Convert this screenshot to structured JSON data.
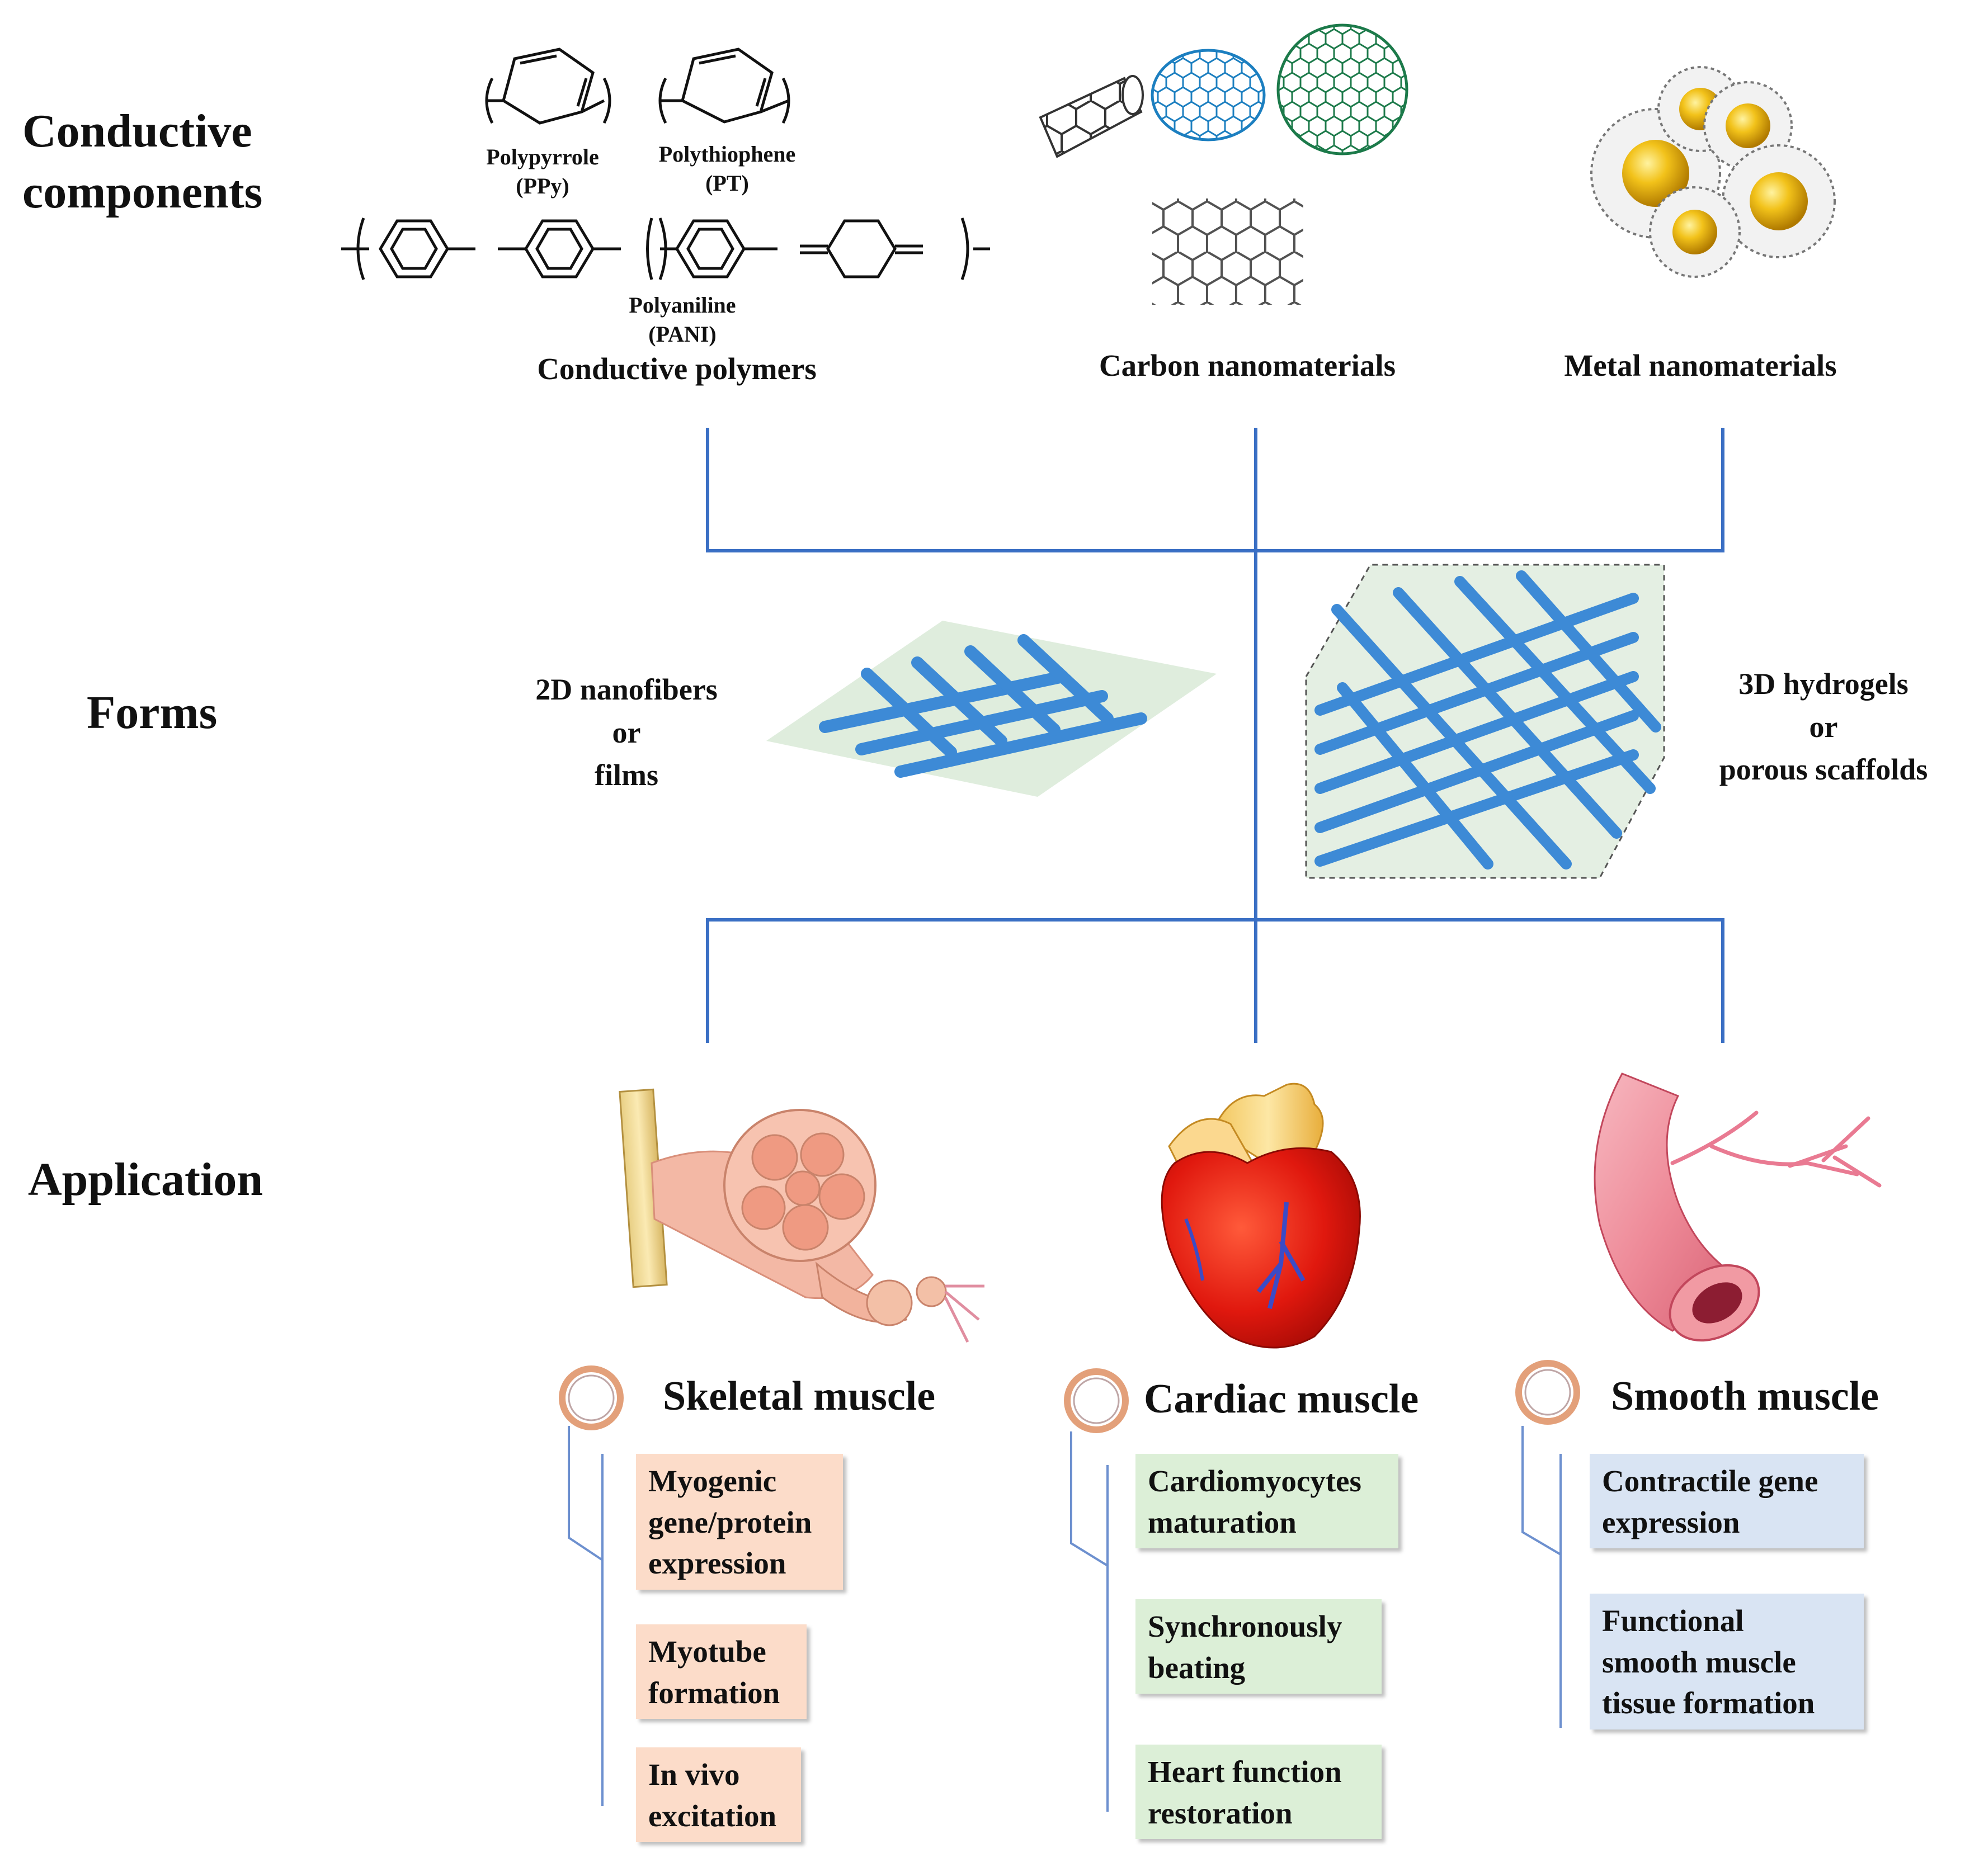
{
  "rows": {
    "components": [
      "Conductive",
      "components"
    ],
    "forms": "Forms",
    "application": "Application"
  },
  "polymers": {
    "ppy": [
      "Polypyrrole",
      "(PPy)"
    ],
    "pt": [
      "Polythiophene",
      "(PT)"
    ],
    "pani": [
      "Polyaniline",
      "(PANI)"
    ],
    "caption": "Conductive polymers"
  },
  "carbon": {
    "caption": "Carbon nanomaterials"
  },
  "metal": {
    "caption": "Metal nanomaterials"
  },
  "forms": {
    "two_d": [
      "2D nanofibers",
      "or",
      "films"
    ],
    "three_d": [
      "3D hydrogels",
      "or",
      "porous scaffolds"
    ]
  },
  "muscles": [
    {
      "title": "Skeletal muscle",
      "items": [
        [
          "Myogenic",
          "gene/protein",
          "expression"
        ],
        [
          "Myotube",
          "formation"
        ],
        [
          "In vivo",
          "excitation"
        ]
      ]
    },
    {
      "title": "Cardiac muscle",
      "items": [
        [
          "Cardiomyocytes",
          "maturation"
        ],
        [
          "Synchronously",
          "beating"
        ],
        [
          "Heart function",
          "restoration"
        ]
      ]
    },
    {
      "title": "Smooth muscle",
      "items": [
        [
          "Contractile gene",
          "expression"
        ],
        [
          "Functional",
          "smooth muscle",
          "tissue formation"
        ]
      ]
    }
  ],
  "colors": {
    "connector": "#3a6fc4",
    "fiber": "#3d8ad6",
    "peach": "#fcdcc9",
    "green": "#dcefd7",
    "blue": "#d9e4f3",
    "ring": "#e3a07a"
  }
}
